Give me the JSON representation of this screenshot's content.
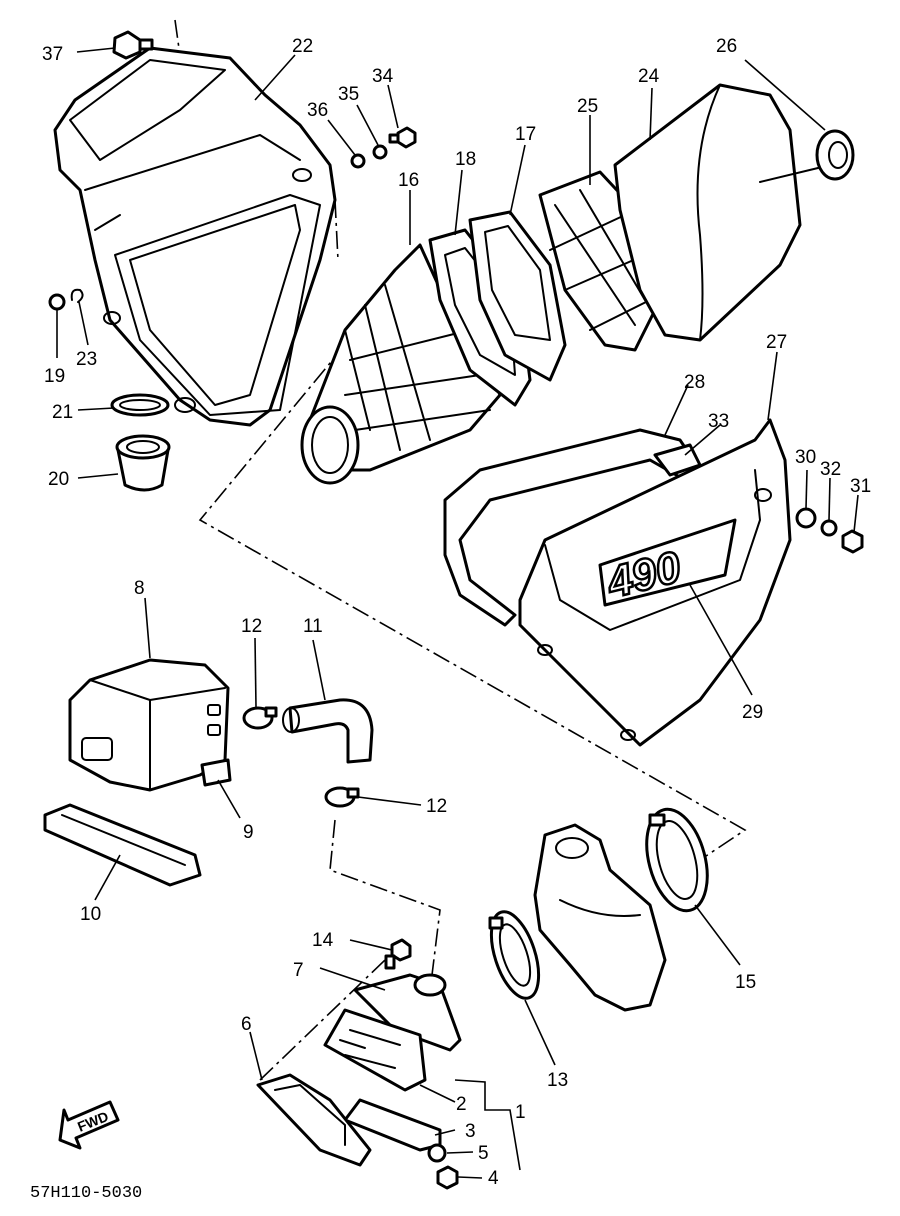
{
  "diagram": {
    "part_numbers": [
      "1",
      "2",
      "3",
      "4",
      "5",
      "6",
      "7",
      "8",
      "9",
      "10",
      "11",
      "12",
      "12",
      "13",
      "14",
      "15",
      "16",
      "17",
      "18",
      "19",
      "20",
      "21",
      "22",
      "23",
      "24",
      "25",
      "26",
      "27",
      "28",
      "29",
      "30",
      "31",
      "32",
      "33",
      "34",
      "35",
      "36",
      "37"
    ],
    "side_cover_marking": "490",
    "fwd_arrow_label": "FWD",
    "drawing_code": "57H110-5030"
  }
}
